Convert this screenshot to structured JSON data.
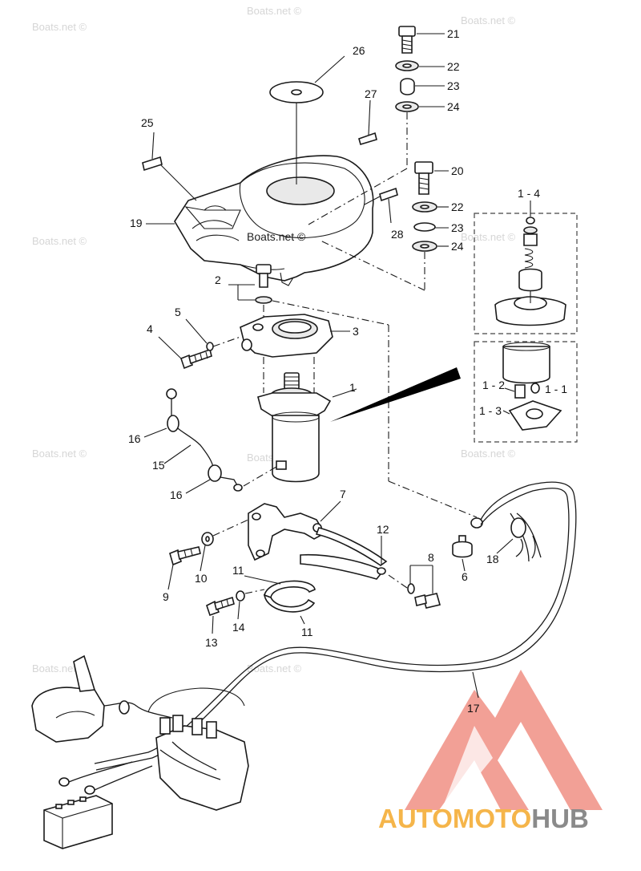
{
  "watermark": {
    "text": "Boats.net ©"
  },
  "callouts": [
    {
      "id": "c26",
      "text": "26"
    },
    {
      "id": "c27",
      "text": "27"
    },
    {
      "id": "c25",
      "text": "25"
    },
    {
      "id": "c21",
      "text": "21"
    },
    {
      "id": "c22a",
      "text": "22"
    },
    {
      "id": "c23a",
      "text": "23"
    },
    {
      "id": "c24a",
      "text": "24"
    },
    {
      "id": "c20",
      "text": "20"
    },
    {
      "id": "c22b",
      "text": "22"
    },
    {
      "id": "c23b",
      "text": "23"
    },
    {
      "id": "c24b",
      "text": "24"
    },
    {
      "id": "c28",
      "text": "28"
    },
    {
      "id": "c19",
      "text": "19"
    },
    {
      "id": "c2",
      "text": "2"
    },
    {
      "id": "c5",
      "text": "5"
    },
    {
      "id": "c4",
      "text": "4"
    },
    {
      "id": "c3",
      "text": "3"
    },
    {
      "id": "c1",
      "text": "1"
    },
    {
      "id": "c16a",
      "text": "16"
    },
    {
      "id": "c15",
      "text": "15"
    },
    {
      "id": "c16b",
      "text": "16"
    },
    {
      "id": "c7",
      "text": "7"
    },
    {
      "id": "c12",
      "text": "12"
    },
    {
      "id": "c8",
      "text": "8"
    },
    {
      "id": "c6",
      "text": "6"
    },
    {
      "id": "c18",
      "text": "18"
    },
    {
      "id": "c9",
      "text": "9"
    },
    {
      "id": "c10",
      "text": "10"
    },
    {
      "id": "c11a",
      "text": "11"
    },
    {
      "id": "c11b",
      "text": "11"
    },
    {
      "id": "c13",
      "text": "13"
    },
    {
      "id": "c14",
      "text": "14"
    },
    {
      "id": "c17",
      "text": "17"
    },
    {
      "id": "c14s",
      "text": "1 - 4"
    },
    {
      "id": "c12s",
      "text": "1 - 2"
    },
    {
      "id": "c11s",
      "text": "1 - 1"
    },
    {
      "id": "c13s",
      "text": "1 - 3"
    }
  ],
  "brand": {
    "part1": "AUTOMOTO",
    "part2": "HUB",
    "color1": "#f5b54a",
    "color2": "#8a8a8a",
    "logo_color": "#f08f84"
  }
}
